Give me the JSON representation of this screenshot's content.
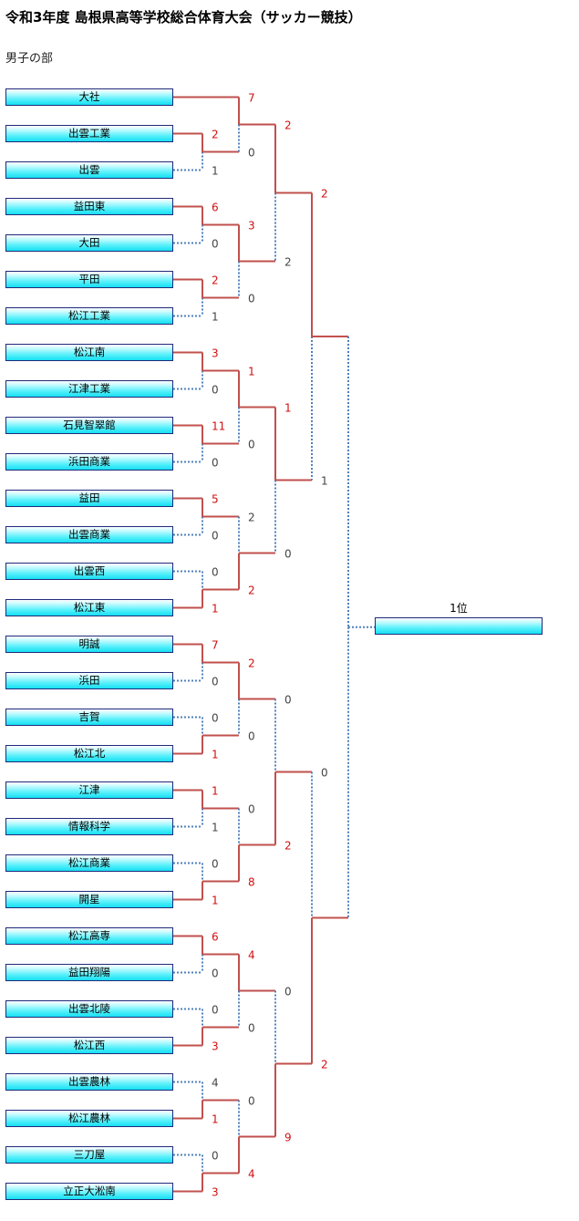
{
  "title": "令和3年度 島根県高等学校総合体育大会（サッカー競技）",
  "section": "男子の部",
  "winner_label": "1位",
  "colors": {
    "win_line": "#c0504d",
    "lose_line": "#4f81bd",
    "win_text": "#d01010",
    "lose_text": "#444444"
  },
  "teams": [
    "大社",
    "出雲工業",
    "出雲",
    "益田東",
    "大田",
    "平田",
    "松江工業",
    "松江南",
    "江津工業",
    "石見智翠館",
    "浜田商業",
    "益田",
    "出雲商業",
    "出雲西",
    "松江東",
    "明誠",
    "浜田",
    "吉賀",
    "松江北",
    "江津",
    "情報科学",
    "松江商業",
    "開星",
    "松江高専",
    "益田翔陽",
    "出雲北陵",
    "松江西",
    "出雲農林",
    "松江農林",
    "三刀屋",
    "立正大淞南"
  ],
  "bracket": {
    "round1": [
      {
        "top": "2",
        "bottom": "1",
        "winner": "top"
      },
      {
        "top": "6",
        "bottom": "0",
        "winner": "top"
      },
      {
        "top": "2",
        "bottom": "1",
        "winner": "top"
      },
      {
        "top": "3",
        "bottom": "0",
        "winner": "top"
      },
      {
        "top": "11",
        "bottom": "0",
        "winner": "top"
      },
      {
        "top": "5",
        "bottom": "0",
        "winner": "top"
      },
      {
        "top": "0",
        "bottom": "1",
        "winner": "bottom"
      },
      {
        "top": "7",
        "bottom": "0",
        "winner": "top"
      },
      {
        "top": "0",
        "bottom": "1",
        "winner": "bottom"
      },
      {
        "top": "1",
        "bottom": "1",
        "winner": "top"
      },
      {
        "top": "0",
        "bottom": "1",
        "winner": "bottom"
      },
      {
        "top": "6",
        "bottom": "0",
        "winner": "top"
      },
      {
        "top": "0",
        "bottom": "3",
        "winner": "bottom"
      },
      {
        "top": "4",
        "bottom": "1",
        "winner": "bottom"
      },
      {
        "top": "0",
        "bottom": "3",
        "winner": "bottom"
      }
    ],
    "round2": [
      {
        "top": "7",
        "bottom": "0",
        "winner": "top"
      },
      {
        "top": "3",
        "bottom": "0",
        "winner": "top"
      },
      {
        "top": "1",
        "bottom": "0",
        "winner": "top"
      },
      {
        "top": "2",
        "bottom": "2",
        "winner": "bottom"
      },
      {
        "top": "2",
        "bottom": "0",
        "winner": "top"
      },
      {
        "top": "0",
        "bottom": "8",
        "winner": "bottom"
      },
      {
        "top": "4",
        "bottom": "0",
        "winner": "top"
      },
      {
        "top": "0",
        "bottom": "4",
        "winner": "bottom"
      }
    ],
    "round3": [
      {
        "top": "2",
        "bottom": "2",
        "winner": "top"
      },
      {
        "top": "1",
        "bottom": "0",
        "winner": "top"
      },
      {
        "top": "0",
        "bottom": "2",
        "winner": "bottom"
      },
      {
        "top": "0",
        "bottom": "9",
        "winner": "bottom"
      }
    ],
    "round4": [
      {
        "top": "2",
        "bottom": "1",
        "winner": "top"
      },
      {
        "top": "0",
        "bottom": "2",
        "winner": "bottom"
      }
    ],
    "final": {
      "winner": "none"
    }
  }
}
